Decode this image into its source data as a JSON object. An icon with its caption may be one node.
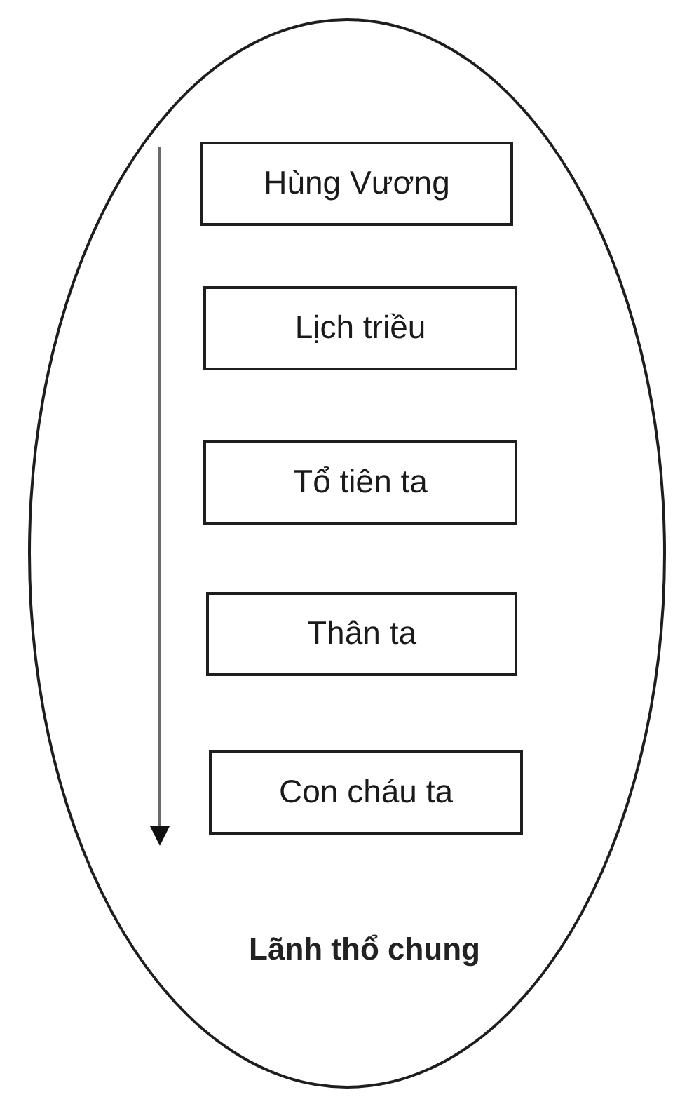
{
  "diagram": {
    "nodes": [
      {
        "text": [
          "Lãnh thổ chung"
        ]
      },
      {
        "text": [
          "Hùng Vương"
        ],
        "in": 0
      },
      {
        "text": [
          "Lịch triều"
        ],
        "in": 0
      },
      {
        "text": [
          "Tổ tiên ta"
        ],
        "in": 0
      },
      {
        "text": [
          "Thân ta"
        ],
        "in": 0
      },
      {
        "text": [
          "Con cháu ta"
        ],
        "in": 0
      }
    ]
  }
}
